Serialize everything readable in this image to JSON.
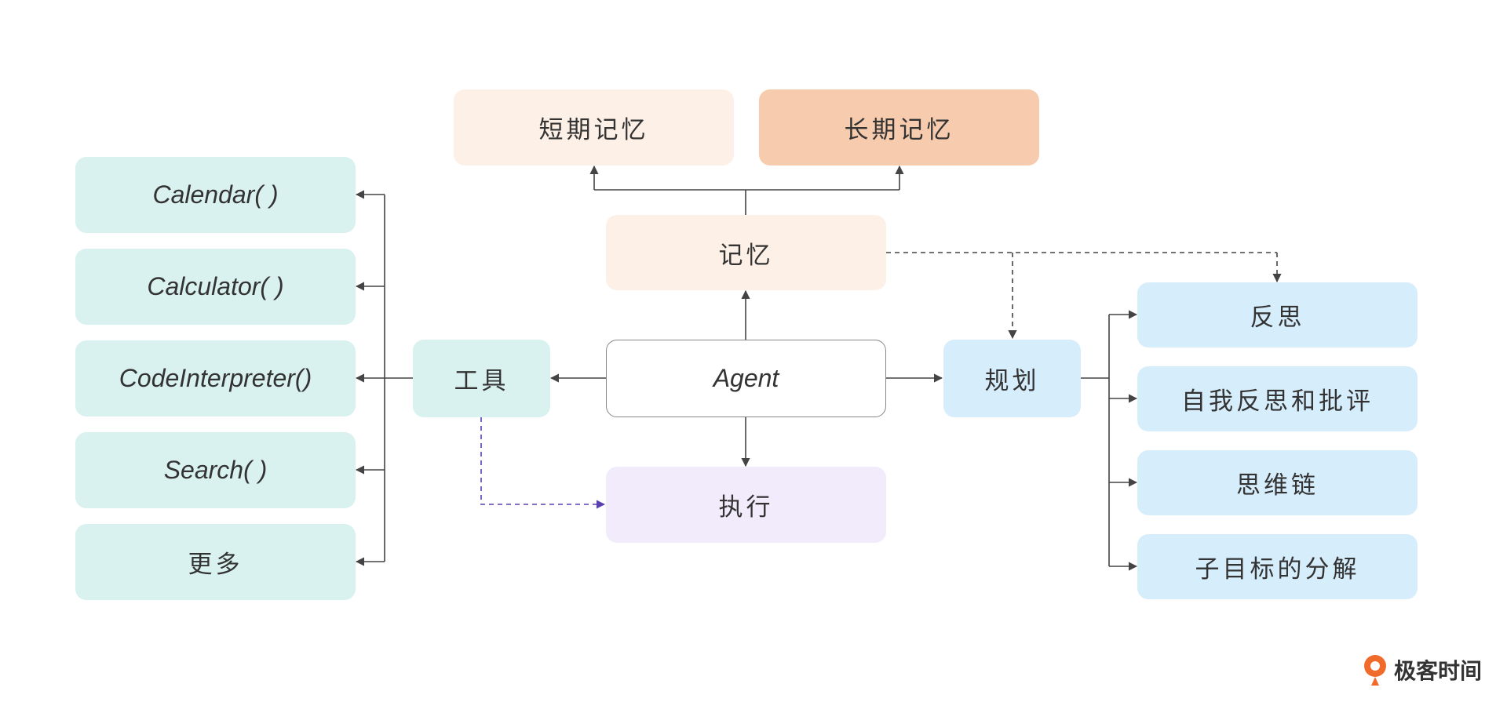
{
  "nodes": {
    "short_memory": "短期记忆",
    "long_memory": "长期记忆",
    "memory": "记忆",
    "agent": "Agent",
    "tools": "工具",
    "execute": "执行",
    "planning": "规划",
    "calendar": "Calendar( )",
    "calculator": "Calculator( )",
    "code_interpreter": "CodeInterpreter()",
    "search": "Search( )",
    "more": "更多",
    "reflection": "反思",
    "self_critique": "自我反思和批评",
    "chain_of_thought": "思维链",
    "subgoal_decomposition": "子目标的分解"
  },
  "logo": {
    "text": "极客时间"
  },
  "colors": {
    "teal": "#d9f2ef",
    "blue": "#d6edfb",
    "peach": "#fdf0e6",
    "orange": "#f7cbae",
    "violet": "#f1ebfc",
    "arrow": "#444444",
    "dashed_purple": "#5a3fb0",
    "logo_orange": "#f06a2a"
  }
}
